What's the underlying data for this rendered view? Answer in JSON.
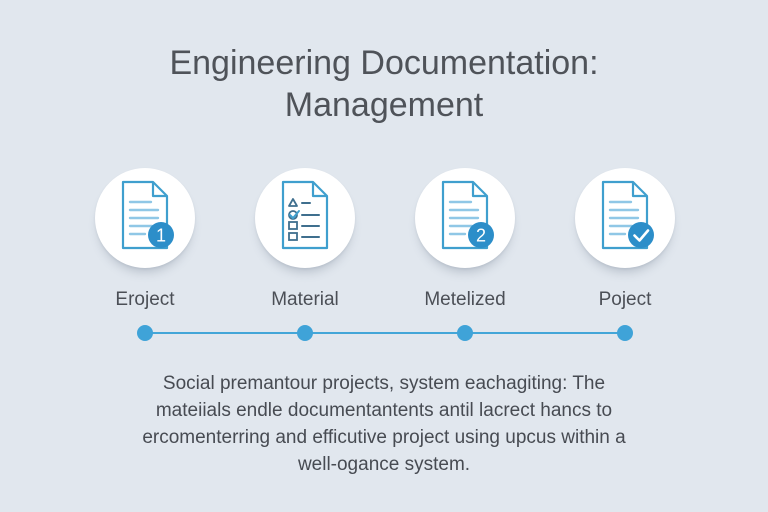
{
  "title": {
    "line1": "Engineering Documentation:",
    "line2": "Management"
  },
  "colors": {
    "background": "#e1e7ee",
    "accent": "#3fa3d8",
    "icon_stroke": "#3f9fce",
    "text": "#4a4f57"
  },
  "steps": [
    {
      "label": "Eroject",
      "icon": "document-icon",
      "badge": "1"
    },
    {
      "label": "Material",
      "icon": "checklist-icon",
      "badge": ""
    },
    {
      "label": "Metelized",
      "icon": "document-icon",
      "badge": "2"
    },
    {
      "label": "Poject",
      "icon": "document-check-icon",
      "badge": ""
    }
  ],
  "description": {
    "line1": "Social premantour projects, system eachagiting: The",
    "line2": "mateiials endle documentantents antil lacrect hancs to",
    "line3": "ercomenterring and efficutive project using upcus within a",
    "line4": "well-ogance system."
  }
}
